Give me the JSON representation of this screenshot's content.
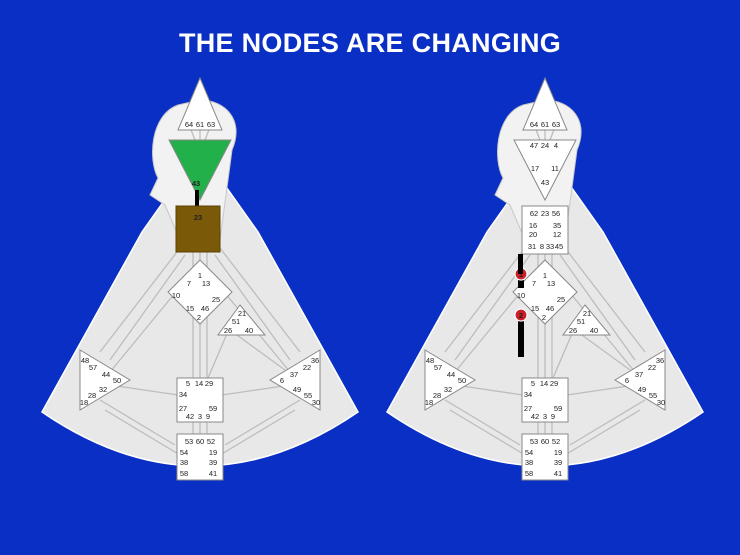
{
  "title": "THE NODES ARE CHANGING",
  "colors": {
    "background": "#0a2fc4",
    "body": "#e8e8e8",
    "center_fill": "#ffffff",
    "head_active": "#22b04a",
    "throat_active": "#7a5a08",
    "channel_active": "#000000",
    "marker": "#cc1f2a"
  },
  "charts": [
    {
      "name": "left",
      "active_centers": [
        "ajna",
        "throat"
      ],
      "ajna_gate_label": "43",
      "throat_gate_label": "23",
      "markers": []
    },
    {
      "name": "right",
      "active_centers": [],
      "markers": [
        {
          "label": "1",
          "gate": "1"
        },
        {
          "label": "2",
          "gate": "2"
        }
      ]
    }
  ],
  "gates": {
    "head": [
      "64",
      "61",
      "63"
    ],
    "ajna": [
      "47",
      "24",
      "4",
      "17",
      "11",
      "43"
    ],
    "throat": [
      "62",
      "23",
      "56",
      "16",
      "35",
      "20",
      "12",
      "31",
      "8",
      "33",
      "45"
    ],
    "g": [
      "1",
      "7",
      "13",
      "10",
      "25",
      "15",
      "46",
      "2"
    ],
    "heart": [
      "21",
      "51",
      "26",
      "40"
    ],
    "spleen": [
      "48",
      "57",
      "44",
      "50",
      "32",
      "28",
      "18"
    ],
    "sacral": [
      "5",
      "14",
      "29",
      "34",
      "27",
      "59",
      "42",
      "3",
      "9"
    ],
    "solar": [
      "36",
      "22",
      "37",
      "6",
      "49",
      "55",
      "30"
    ],
    "root": [
      "53",
      "60",
      "52",
      "54",
      "19",
      "38",
      "39",
      "58",
      "41"
    ]
  }
}
